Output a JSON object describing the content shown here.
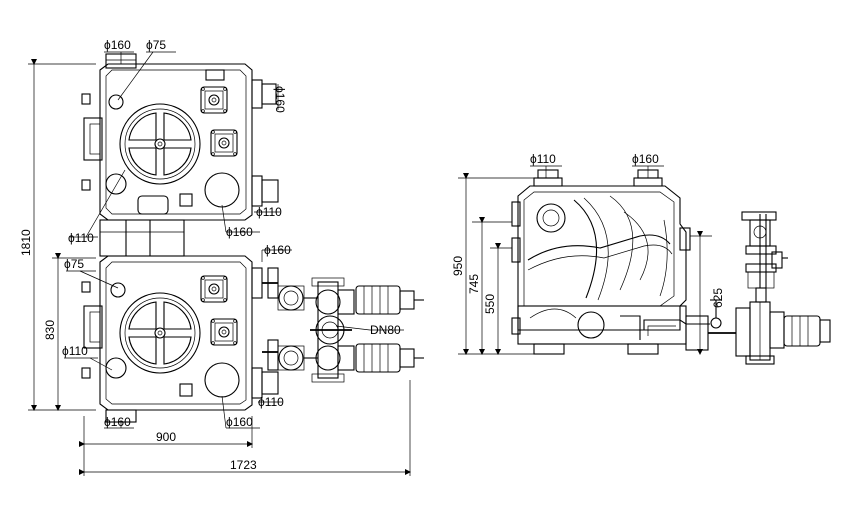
{
  "plan_view": {
    "labels": {
      "top_d160": "ϕ160",
      "top_d75": "ϕ75",
      "right_d160": "ϕ160",
      "upper_d110_left": "ϕ110",
      "upper_d110_right": "ϕ110",
      "upper_d160_bottom": "ϕ160",
      "mid_d160": "ϕ160",
      "lower_d75": "ϕ75",
      "dn80": "DN80",
      "lower_d110_left": "ϕ110",
      "lower_d110_right": "ϕ110",
      "bottom_d160_left": "ϕ160",
      "bottom_d160_right": "ϕ160"
    },
    "dimensions": {
      "total_height": "1810",
      "unit_height": "830",
      "unit_width": "900",
      "total_width": "1723"
    }
  },
  "side_view": {
    "labels": {
      "top_d110": "ϕ110",
      "top_d160": "ϕ160"
    },
    "dimensions": {
      "h950": "950",
      "h745": "745",
      "h550": "550",
      "h625": "625"
    }
  }
}
